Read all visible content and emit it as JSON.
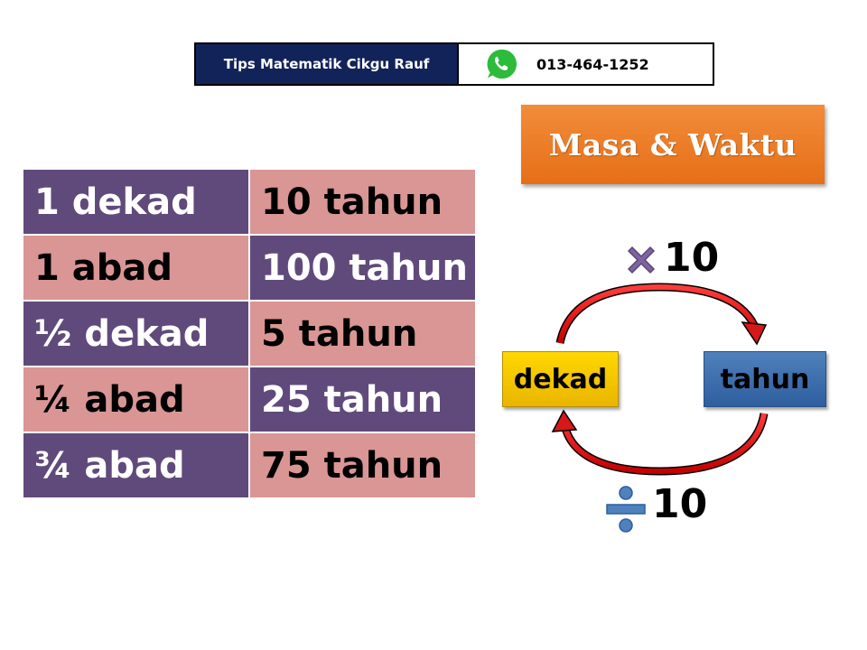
{
  "header": {
    "brand_label": "Tips Matematik Cikgu Rauf",
    "whatsapp_icon": "whatsapp-icon",
    "phone": "013-464-1252"
  },
  "title": "Masa & Waktu",
  "table": {
    "rows": [
      {
        "unit": "1 dekad",
        "value": "10 tahun"
      },
      {
        "unit": "1 abad",
        "value": "100 tahun"
      },
      {
        "unit": "½ dekad",
        "value": "5 tahun"
      },
      {
        "unit": "¼ abad",
        "value": "25 tahun"
      },
      {
        "unit": "¾ abad",
        "value": "75 tahun"
      }
    ]
  },
  "diagram": {
    "from_unit": "dekad",
    "to_unit": "tahun",
    "multiply_factor": "10",
    "divide_factor": "10",
    "multiply_icon": "multiply-icon",
    "divide_icon": "divide-icon"
  },
  "colors": {
    "banner_navy": "#12235a",
    "title_orange": "#e66f17",
    "purple_cell": "#604a7b",
    "pink_cell": "#d99694",
    "dekad_yellow": "#ffd700",
    "tahun_blue": "#4f81bd",
    "arrow_red": "#e02020"
  }
}
